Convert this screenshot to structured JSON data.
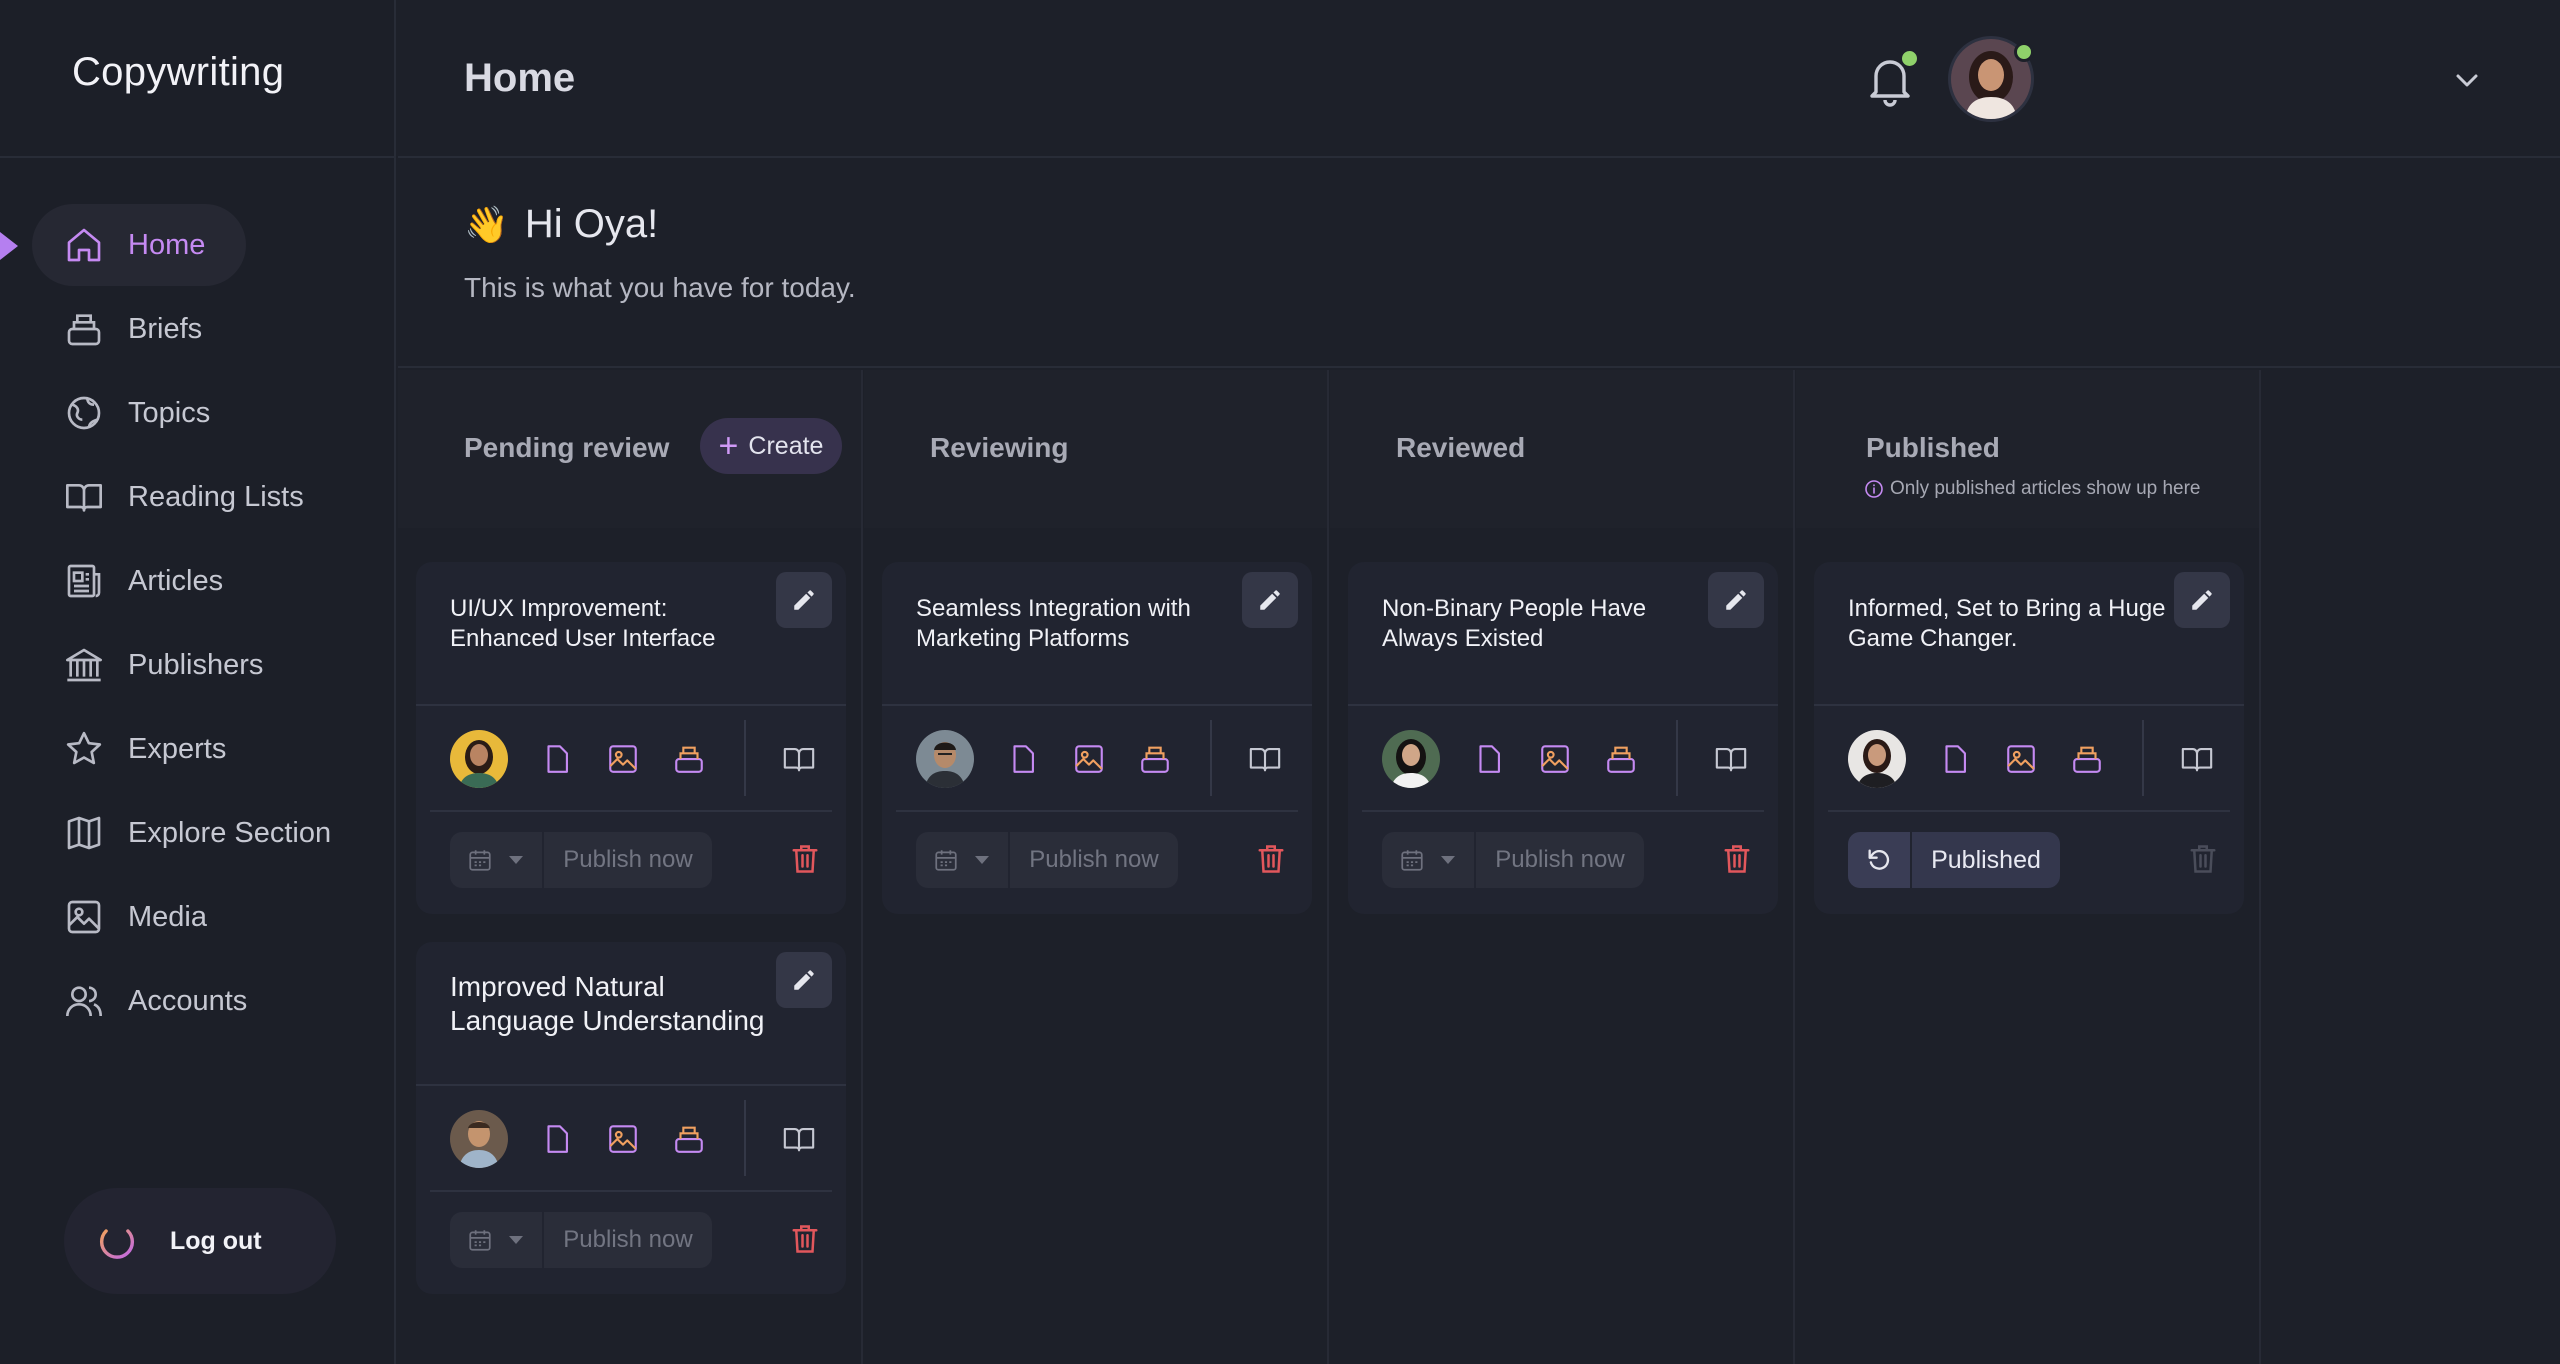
{
  "app": {
    "brand": "Copywriting"
  },
  "header": {
    "title": "Home",
    "notification_dot": true
  },
  "greeting": {
    "emoji": "👋",
    "title": "Hi Oya!",
    "subtitle": "This is what you have for today."
  },
  "sidebar": {
    "items": [
      {
        "label": "Home",
        "icon": "home-icon",
        "active": true
      },
      {
        "label": "Briefs",
        "icon": "stack-icon"
      },
      {
        "label": "Topics",
        "icon": "globe-icon"
      },
      {
        "label": "Reading Lists",
        "icon": "book-icon"
      },
      {
        "label": "Articles",
        "icon": "newspaper-icon"
      },
      {
        "label": "Publishers",
        "icon": "bank-icon"
      },
      {
        "label": "Experts",
        "icon": "star-icon"
      },
      {
        "label": "Explore Section",
        "icon": "map-icon"
      },
      {
        "label": "Media",
        "icon": "image-icon"
      },
      {
        "label": "Accounts",
        "icon": "users-icon"
      }
    ],
    "logout_label": "Log out"
  },
  "board": {
    "columns": [
      {
        "title": "Pending review",
        "create_label": "Create",
        "cards": [
          {
            "title": "UI/UX Improvement: Enhanced User Interface",
            "publish_label": "Publish now"
          },
          {
            "title": "Improved Natural Language Understanding",
            "publish_label": "Publish now"
          }
        ]
      },
      {
        "title": "Reviewing",
        "cards": [
          {
            "title": "Seamless Integration with Marketing Platforms",
            "publish_label": "Publish now"
          }
        ]
      },
      {
        "title": "Reviewed",
        "cards": [
          {
            "title": "Non-Binary People Have Always Existed",
            "publish_label": "Publish now"
          }
        ]
      },
      {
        "title": "Published",
        "note": "Only published articles show up here",
        "cards": [
          {
            "title": "Informed, Set to Bring a Huge Game Changer.",
            "status_label": "Published"
          }
        ]
      }
    ]
  },
  "colors": {
    "accent": "#c58af2",
    "accent_orange": "#f0a060",
    "danger": "#e2575c",
    "online": "#8fd16a",
    "background": "#1d2029"
  }
}
